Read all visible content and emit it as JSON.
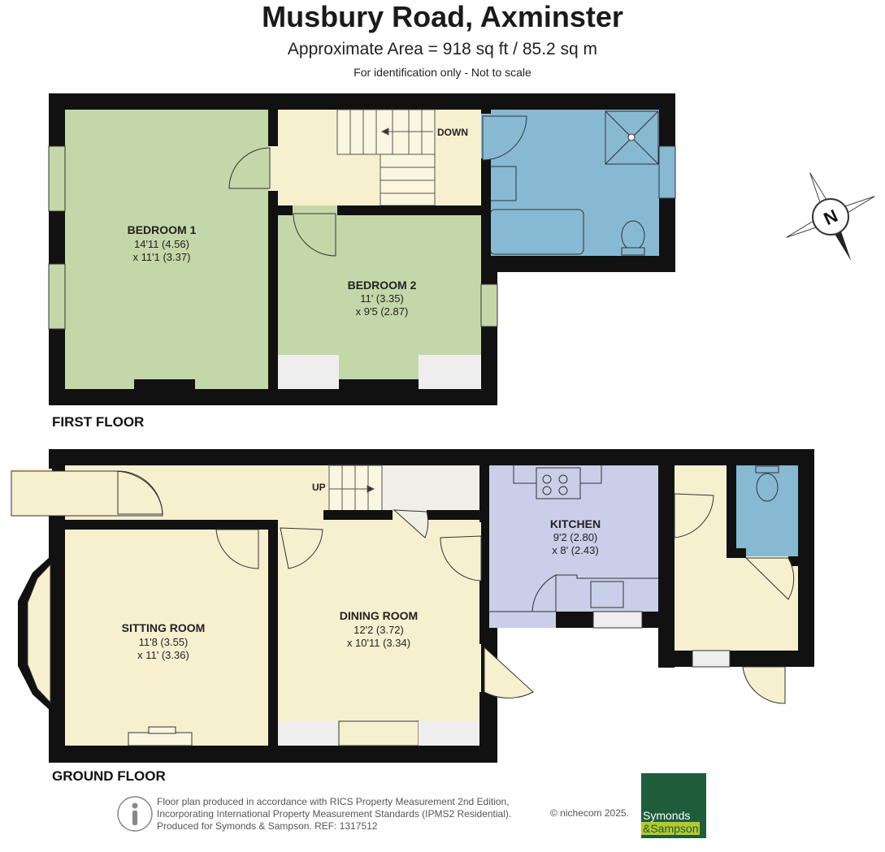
{
  "header": {
    "title": "Musbury Road, Axminster",
    "subtitle": "Approximate Area = 918 sq ft / 85.2 sq m",
    "note": "For identification only - Not to scale"
  },
  "first_floor": {
    "label": "FIRST FLOOR",
    "stairs_label": "DOWN",
    "rooms": [
      {
        "name": "BEDROOM 1",
        "dim1": "14'11 (4.56)",
        "dim2": "x 11'1 (3.37)"
      },
      {
        "name": "BEDROOM 2",
        "dim1": "11' (3.35)",
        "dim2": "x 9'5 (2.87)"
      }
    ]
  },
  "ground_floor": {
    "label": "GROUND FLOOR",
    "stairs_label": "UP",
    "rooms": [
      {
        "name": "SITTING ROOM",
        "dim1": "11'8 (3.55)",
        "dim2": "x 11' (3.36)"
      },
      {
        "name": "DINING ROOM",
        "dim1": "12'2 (3.72)",
        "dim2": "x 10'11 (3.34)"
      },
      {
        "name": "KITCHEN",
        "dim1": "9'2 (2.80)",
        "dim2": "x 8' (2.43)"
      }
    ]
  },
  "compass": {
    "letter": "N",
    "icon": "north-compass-icon"
  },
  "colors": {
    "bedroom": "#c4d7a8",
    "circulation": "#f7f0cf",
    "bathroom": "#87b9d3",
    "kitchen": "#c9cfe8",
    "store": "#eeeeee",
    "wall": "#111111"
  },
  "footer": {
    "line1": "Floor plan produced in accordance with RICS Property Measurement 2nd Edition,",
    "line2": "Incorporating International Property Measurement Standards (IPMS2 Residential).",
    "line3": "Produced for Symonds & Sampson.    REF:  1317512",
    "copyright": "© nichecom 2025.",
    "brand_line1": "Symonds",
    "brand_line2": "&Sampson"
  }
}
